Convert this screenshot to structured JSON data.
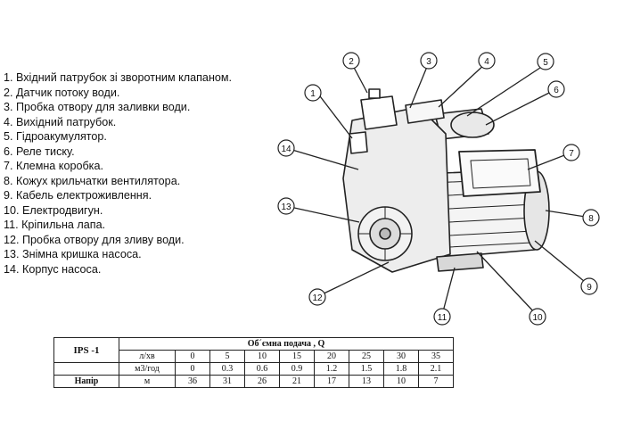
{
  "legend": [
    "1. Вхідний патрубок зі зворотним клапаном.",
    "2. Датчик потоку води.",
    "3. Пробка отвору для заливки води.",
    "4. Вихідний патрубок.",
    "5. Гідроакумулятор.",
    "6. Реле тиску.",
    "7. Клемна коробка.",
    "8. Кожух крильчатки вентилятора.",
    "9. Кабель електроживлення.",
    "10. Електродвигун.",
    "11. Кріпильна лапа.",
    "12. Пробка отвору для зливу води.",
    "13. Знімна кришка насоса.",
    "14. Корпус насоса."
  ],
  "callouts": [
    "1",
    "2",
    "3",
    "4",
    "5",
    "6",
    "7",
    "8",
    "9",
    "10",
    "11",
    "12",
    "13",
    "14"
  ],
  "table": {
    "model": "IPS -1",
    "header": "Об´ємна подача ,     Q",
    "row_flow_lmin": {
      "unit": "л/хв",
      "values": [
        "0",
        "5",
        "10",
        "15",
        "20",
        "25",
        "30",
        "35"
      ]
    },
    "row_flow_m3h": {
      "unit": "м3/год",
      "values": [
        "0",
        "0.3",
        "0.6",
        "0.9",
        "1.2",
        "1.5",
        "1.8",
        "2.1"
      ]
    },
    "row_head": {
      "label": "Напір",
      "unit": "м",
      "values": [
        "36",
        "31",
        "26",
        "21",
        "17",
        "13",
        "10",
        "7"
      ]
    }
  }
}
